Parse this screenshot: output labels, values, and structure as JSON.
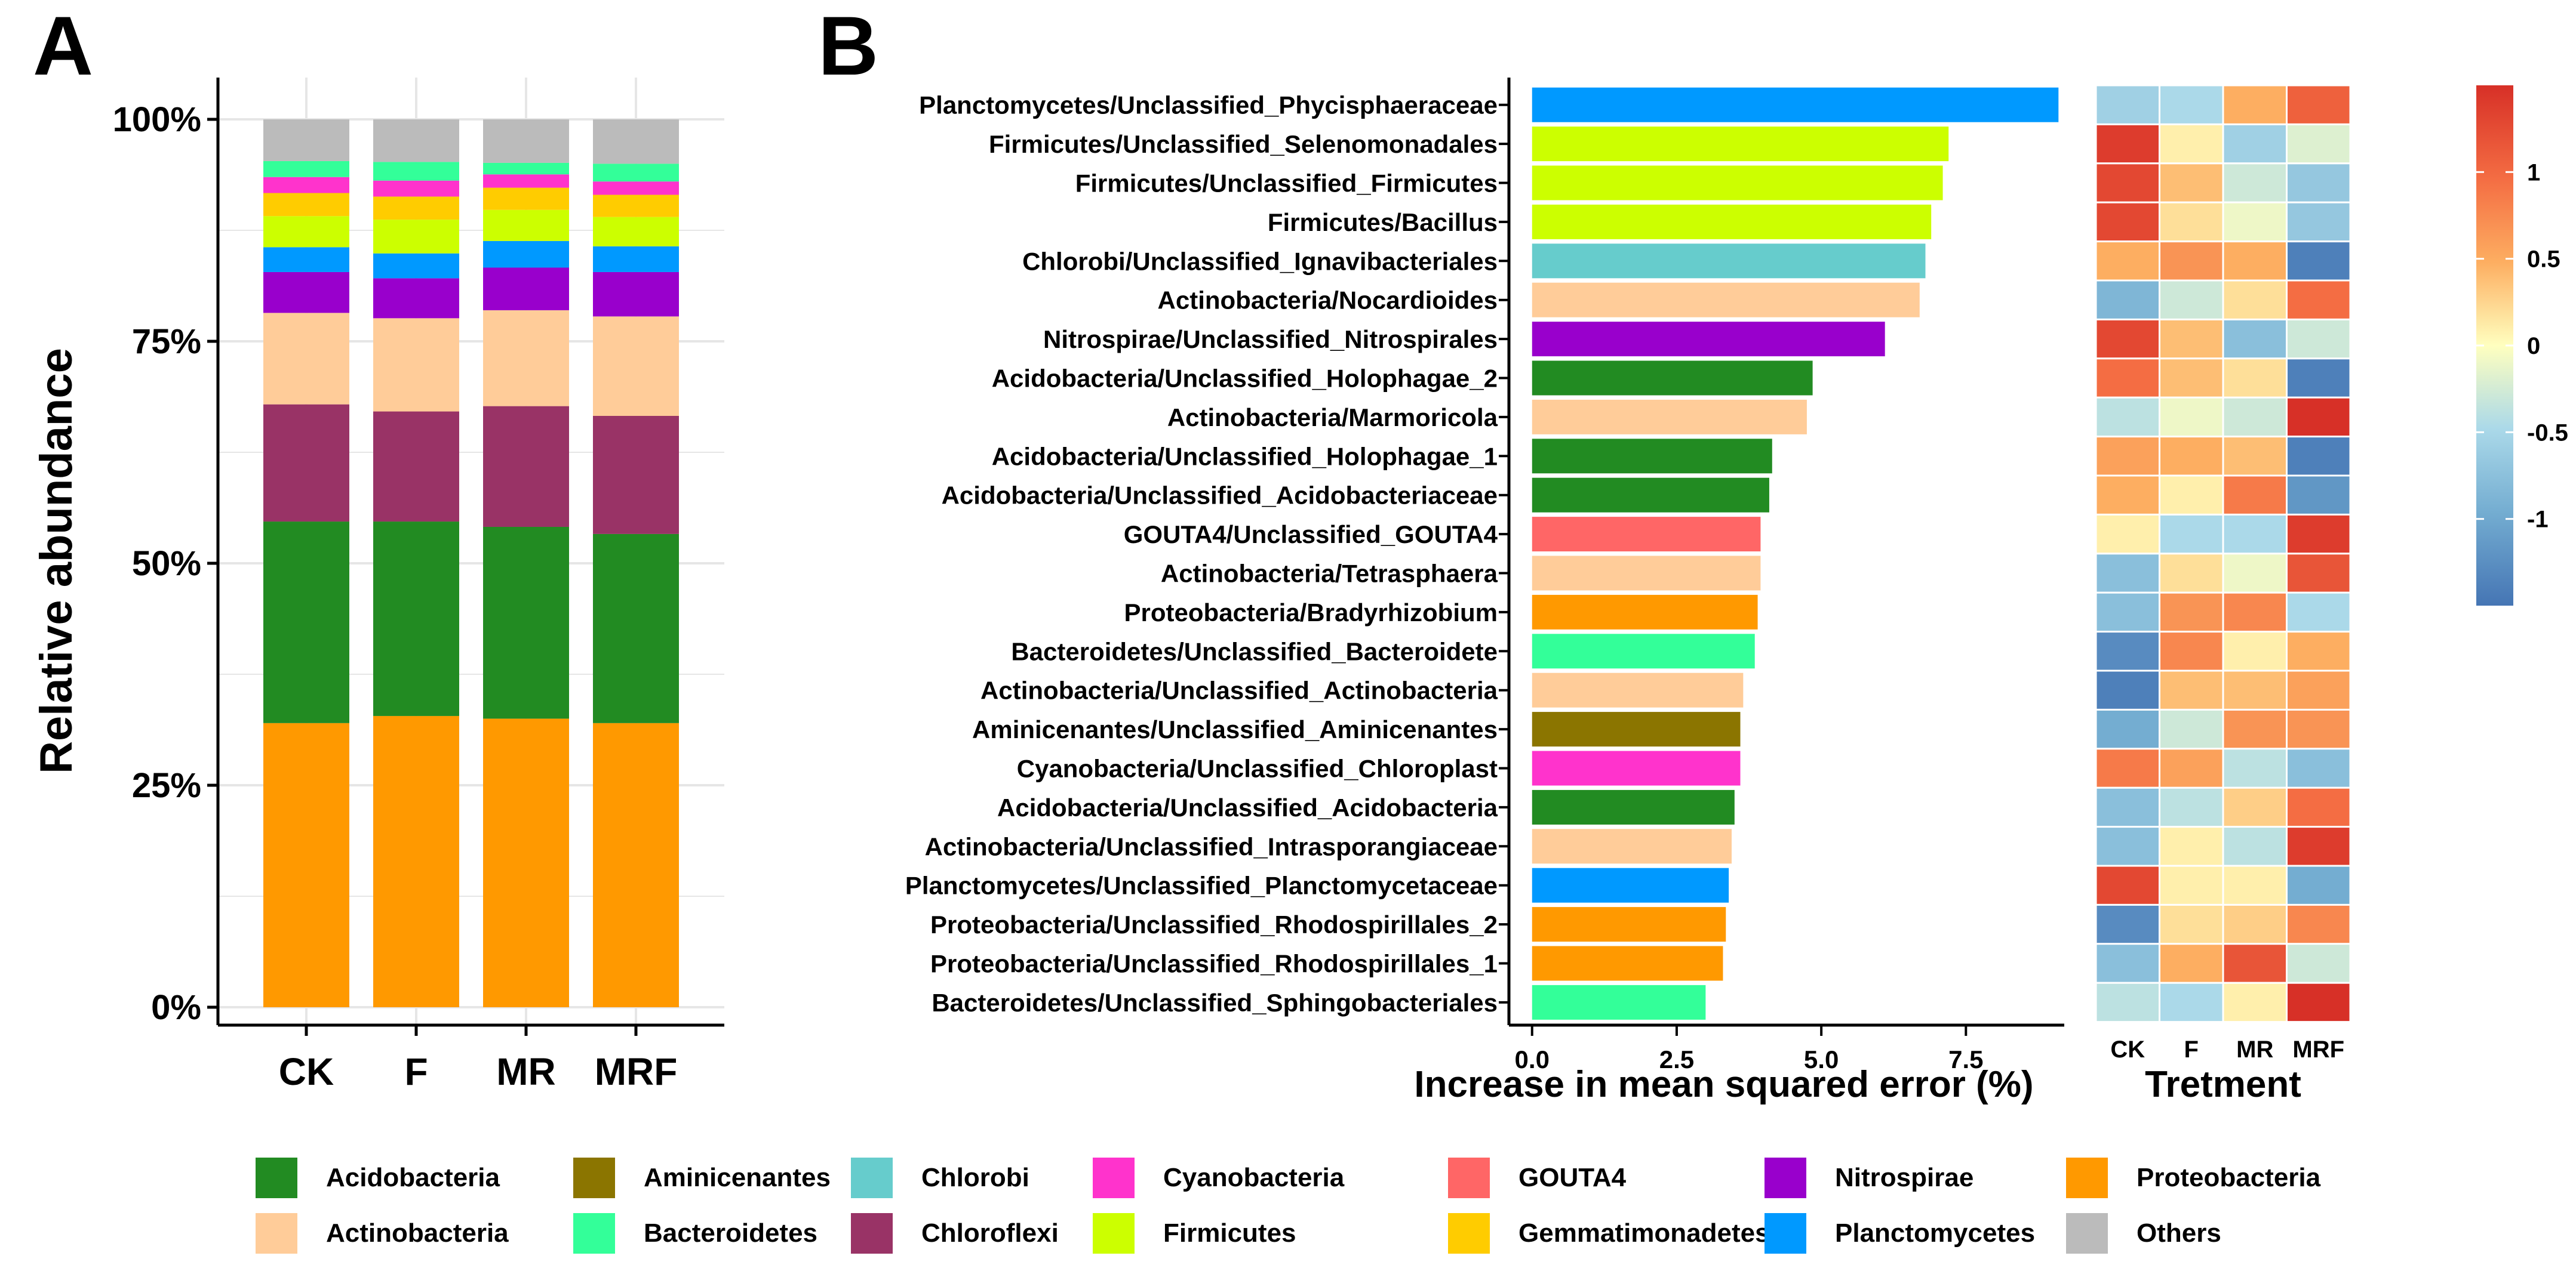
{
  "panels": {
    "a_letter": "A",
    "b_letter": "B"
  },
  "colors": {
    "Acidobacteria": "#228B22",
    "Actinobacteria": "#FFCC99",
    "Aminicenantes": "#8B7500",
    "Bacteroidetes": "#33FF99",
    "Chlorobi": "#66CCCC",
    "Chloroflexi": "#993366",
    "Cyanobacteria": "#FF33CC",
    "Firmicutes": "#CCFF00",
    "GOUTA4": "#FF6666",
    "Gemmatimonadetes": "#FFCC00",
    "Nitrospirae": "#9900CC",
    "Planctomycetes": "#0099FF",
    "Proteobacteria": "#FF9900",
    "Others": "#BBBBBB"
  },
  "chart_data": [
    {
      "id": "A",
      "type": "bar",
      "stacked": true,
      "ylabel": "Relative abundance",
      "xlabel": "",
      "ylim": [
        0,
        100
      ],
      "yticks": [
        "0%",
        "25%",
        "50%",
        "75%",
        "100%"
      ],
      "grid": true,
      "categories": [
        "CK",
        "F",
        "MR",
        "MRF"
      ],
      "series": [
        {
          "name": "Proteobacteria",
          "values": [
            32.0,
            32.8,
            32.5,
            32.0
          ]
        },
        {
          "name": "Acidobacteria",
          "values": [
            22.7,
            21.9,
            21.6,
            21.3
          ]
        },
        {
          "name": "Chloroflexi",
          "values": [
            13.2,
            12.4,
            13.6,
            13.3
          ]
        },
        {
          "name": "Actinobacteria",
          "values": [
            10.3,
            10.5,
            10.8,
            11.2
          ]
        },
        {
          "name": "Nitrospirae",
          "values": [
            4.6,
            4.5,
            4.8,
            5.0
          ]
        },
        {
          "name": "Planctomycetes",
          "values": [
            2.8,
            2.8,
            3.0,
            2.9
          ]
        },
        {
          "name": "Firmicutes",
          "values": [
            3.5,
            3.8,
            3.5,
            3.3
          ]
        },
        {
          "name": "Gemmatimonadetes",
          "values": [
            2.6,
            2.6,
            2.5,
            2.5
          ]
        },
        {
          "name": "Cyanobacteria",
          "values": [
            1.8,
            1.8,
            1.5,
            1.5
          ]
        },
        {
          "name": "Bacteroidetes",
          "values": [
            1.8,
            2.1,
            1.3,
            2.0
          ]
        },
        {
          "name": "Others",
          "values": [
            4.7,
            4.8,
            4.9,
            5.0
          ]
        }
      ]
    },
    {
      "id": "B",
      "type": "bar",
      "orientation": "horizontal",
      "xlabel": "Increase in mean squared error (%)",
      "ylabel": "",
      "xlim": [
        -0.4,
        9.2
      ],
      "xticks": [
        "0.0",
        "2.5",
        "5.0",
        "7.5"
      ],
      "categories": [
        "Planctomycetes/Unclassified_Phycisphaeraceae",
        "Firmicutes/Unclassified_Selenomonadales",
        "Firmicutes/Unclassified_Firmicutes",
        "Firmicutes/Bacillus",
        "Chlorobi/Unclassified_Ignavibacteriales",
        "Actinobacteria/Nocardioides",
        "Nitrospirae/Unclassified_Nitrospirales",
        "Acidobacteria/Unclassified_Holophagae_2",
        "Actinobacteria/Marmoricola",
        "Acidobacteria/Unclassified_Holophagae_1",
        "Acidobacteria/Unclassified_Acidobacteriaceae",
        "GOUTA4/Unclassified_GOUTA4",
        "Actinobacteria/Tetrasphaera",
        "Proteobacteria/Bradyrhizobium",
        "Bacteroidetes/Unclassified_Bacteroidete",
        "Actinobacteria/Unclassified_Actinobacteria",
        "Aminicenantes/Unclassified_Aminicenantes",
        "Cyanobacteria/Unclassified_Chloroplast",
        "Acidobacteria/Unclassified_Acidobacteria",
        "Actinobacteria/Unclassified_Intrasporangiaceae",
        "Planctomycetes/Unclassified_Planctomycetaceae",
        "Proteobacteria/Unclassified_Rhodospirillales_2",
        "Proteobacteria/Unclassified_Rhodospirillales_1",
        "Bacteroidetes/Unclassified_Sphingobacteriales"
      ],
      "values": [
        9.1,
        7.2,
        7.1,
        6.9,
        6.8,
        6.7,
        6.1,
        4.85,
        4.75,
        4.15,
        4.1,
        3.95,
        3.95,
        3.9,
        3.85,
        3.65,
        3.6,
        3.6,
        3.5,
        3.45,
        3.4,
        3.35,
        3.3,
        3.0
      ],
      "bar_groups": [
        "Planctomycetes",
        "Firmicutes",
        "Firmicutes",
        "Firmicutes",
        "Chlorobi",
        "Actinobacteria",
        "Nitrospirae",
        "Acidobacteria",
        "Actinobacteria",
        "Acidobacteria",
        "Acidobacteria",
        "GOUTA4",
        "Actinobacteria",
        "Proteobacteria",
        "Bacteroidetes",
        "Actinobacteria",
        "Aminicenantes",
        "Cyanobacteria",
        "Acidobacteria",
        "Actinobacteria",
        "Planctomycetes",
        "Proteobacteria",
        "Proteobacteria",
        "Bacteroidetes"
      ]
    },
    {
      "id": "heatmap",
      "type": "heatmap",
      "xlabel": "Tretment",
      "columns": [
        "CK",
        "F",
        "MR",
        "MRF"
      ],
      "rows_same_as": "B",
      "values": [
        [
          -0.6,
          -0.5,
          0.5,
          1.1
        ],
        [
          1.4,
          0.1,
          -0.6,
          -0.2
        ],
        [
          1.3,
          0.4,
          -0.3,
          -0.7
        ],
        [
          1.3,
          0.2,
          -0.1,
          -0.7
        ],
        [
          0.5,
          0.7,
          0.5,
          -1.4
        ],
        [
          -0.9,
          -0.3,
          0.2,
          1.0
        ],
        [
          1.3,
          0.4,
          -0.8,
          -0.3
        ],
        [
          1.0,
          0.4,
          0.2,
          -1.4
        ],
        [
          -0.4,
          -0.1,
          -0.3,
          1.5
        ],
        [
          0.6,
          0.5,
          0.4,
          -1.4
        ],
        [
          0.5,
          0.1,
          0.9,
          -1.2
        ],
        [
          0.1,
          -0.5,
          -0.5,
          1.4
        ],
        [
          -0.8,
          0.2,
          -0.1,
          1.2
        ],
        [
          -0.8,
          0.7,
          0.8,
          -0.5
        ],
        [
          -1.3,
          0.8,
          0.1,
          0.5
        ],
        [
          -1.4,
          0.4,
          0.4,
          0.6
        ],
        [
          -1.0,
          -0.3,
          0.7,
          0.7
        ],
        [
          0.9,
          0.6,
          -0.4,
          -0.8
        ],
        [
          -0.8,
          -0.4,
          0.3,
          1.0
        ],
        [
          -0.8,
          0.1,
          -0.4,
          1.4
        ],
        [
          1.3,
          0.1,
          0.1,
          -1.0
        ],
        [
          -1.3,
          0.2,
          0.3,
          0.8
        ],
        [
          -0.8,
          0.5,
          1.2,
          -0.3
        ],
        [
          -0.4,
          -0.5,
          0.1,
          1.5
        ]
      ],
      "colorbar": {
        "range": [
          -1.5,
          1.5
        ],
        "ticks": [
          1,
          0.5,
          0,
          -0.5,
          -1
        ],
        "tick_labels": [
          "1",
          "0.5",
          "0",
          "-0.5",
          "-1"
        ]
      }
    }
  ],
  "legend": {
    "placement": "bottom",
    "items": [
      "Acidobacteria",
      "Aminicenantes",
      "Chlorobi",
      "Cyanobacteria",
      "GOUTA4",
      "Nitrospirae",
      "Proteobacteria",
      "Actinobacteria",
      "Bacteroidetes",
      "Chloroflexi",
      "Firmicutes",
      "Gemmatimonadetes",
      "Planctomycetes",
      "Others"
    ]
  }
}
